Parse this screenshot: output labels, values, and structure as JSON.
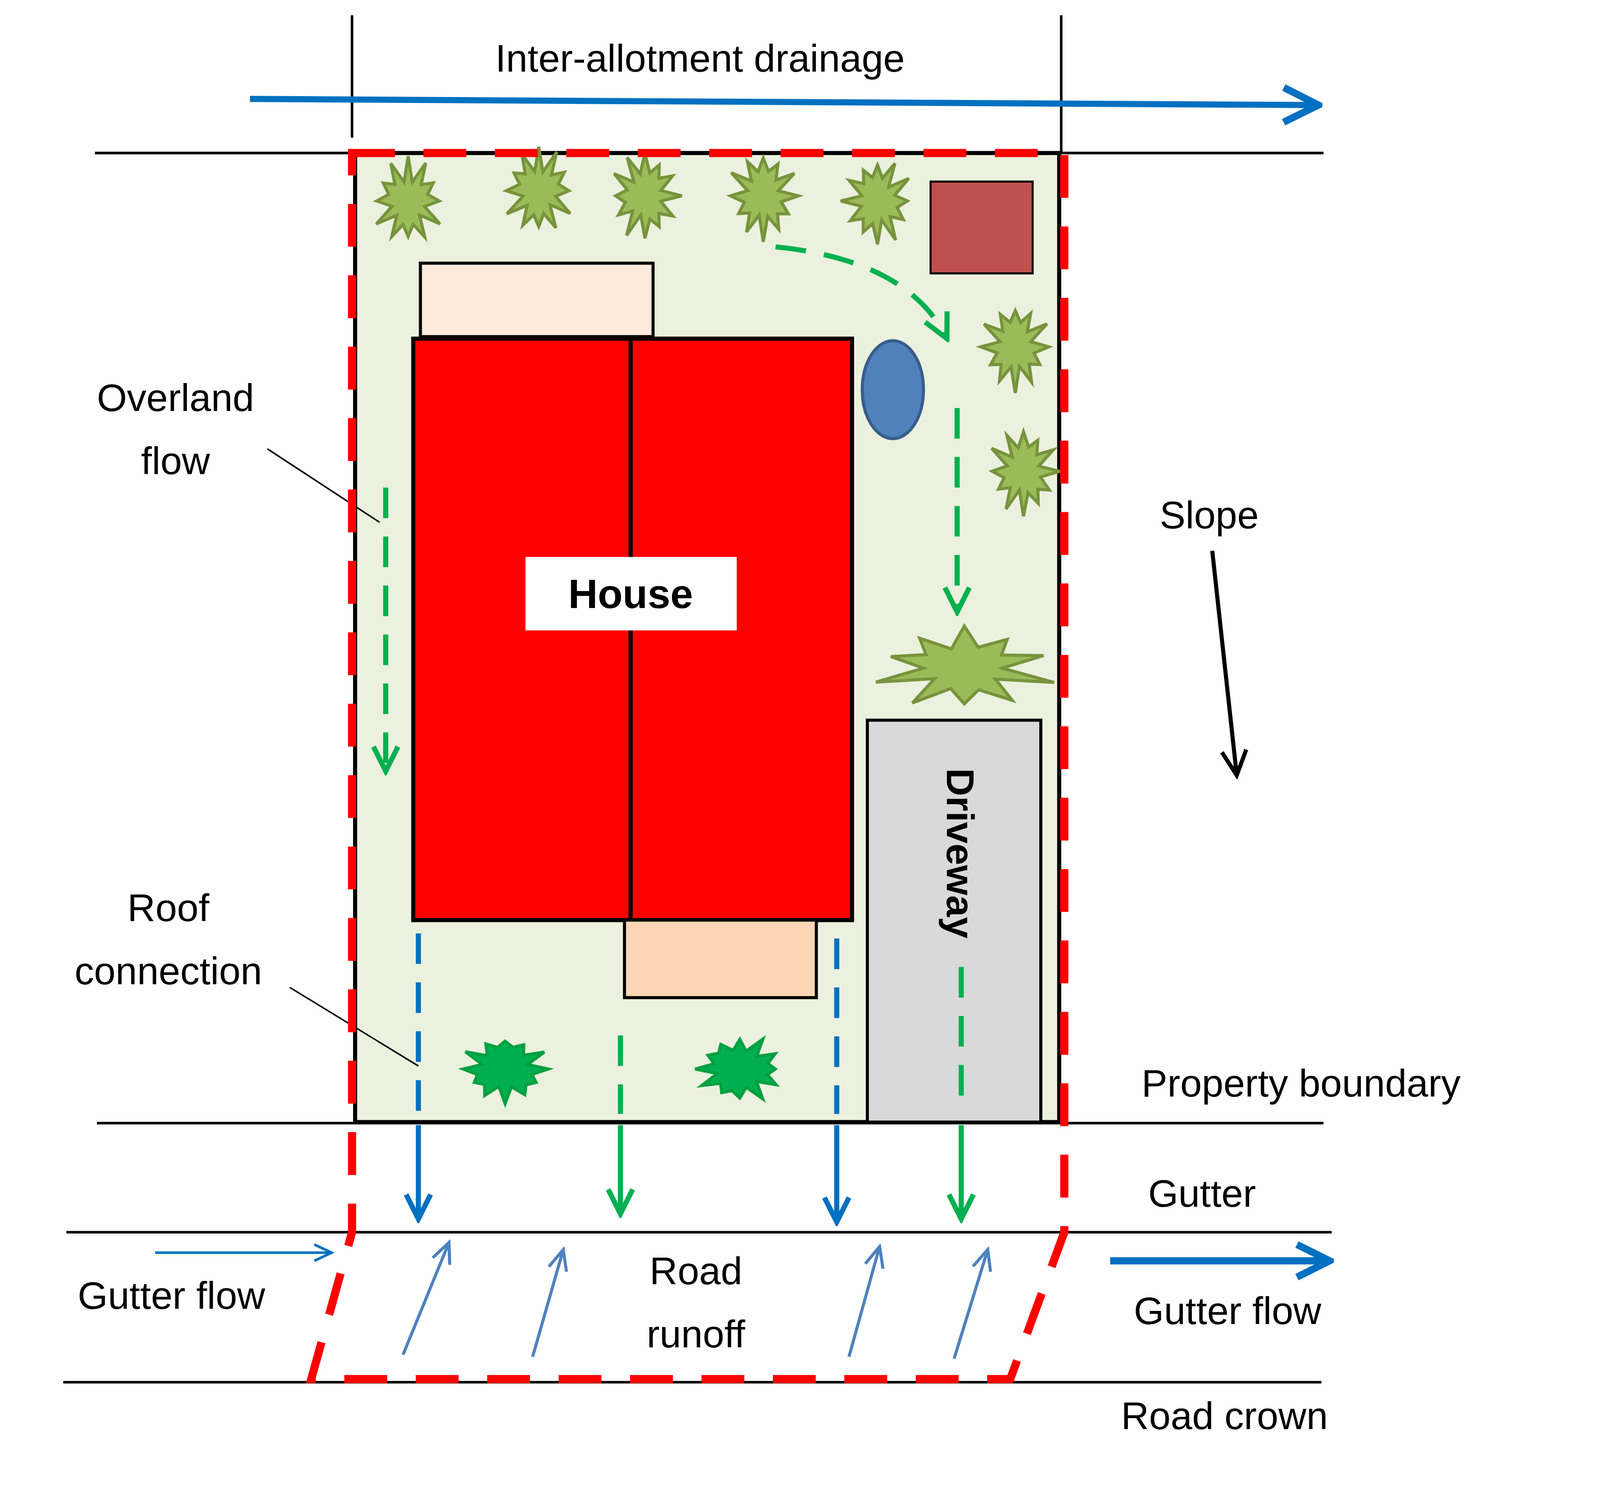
{
  "diagram": {
    "nodes": [
      {
        "text": [
          "House"
        ]
      },
      {
        "text": [
          "Driveway"
        ]
      }
    ],
    "labels": [
      "Inter-allotment drainage",
      "Overland flow",
      "Slope",
      "Roof connection",
      "Property boundary",
      "Gutter",
      "Gutter flow",
      "Road runoff",
      "Gutter flow",
      "Road crown"
    ]
  }
}
